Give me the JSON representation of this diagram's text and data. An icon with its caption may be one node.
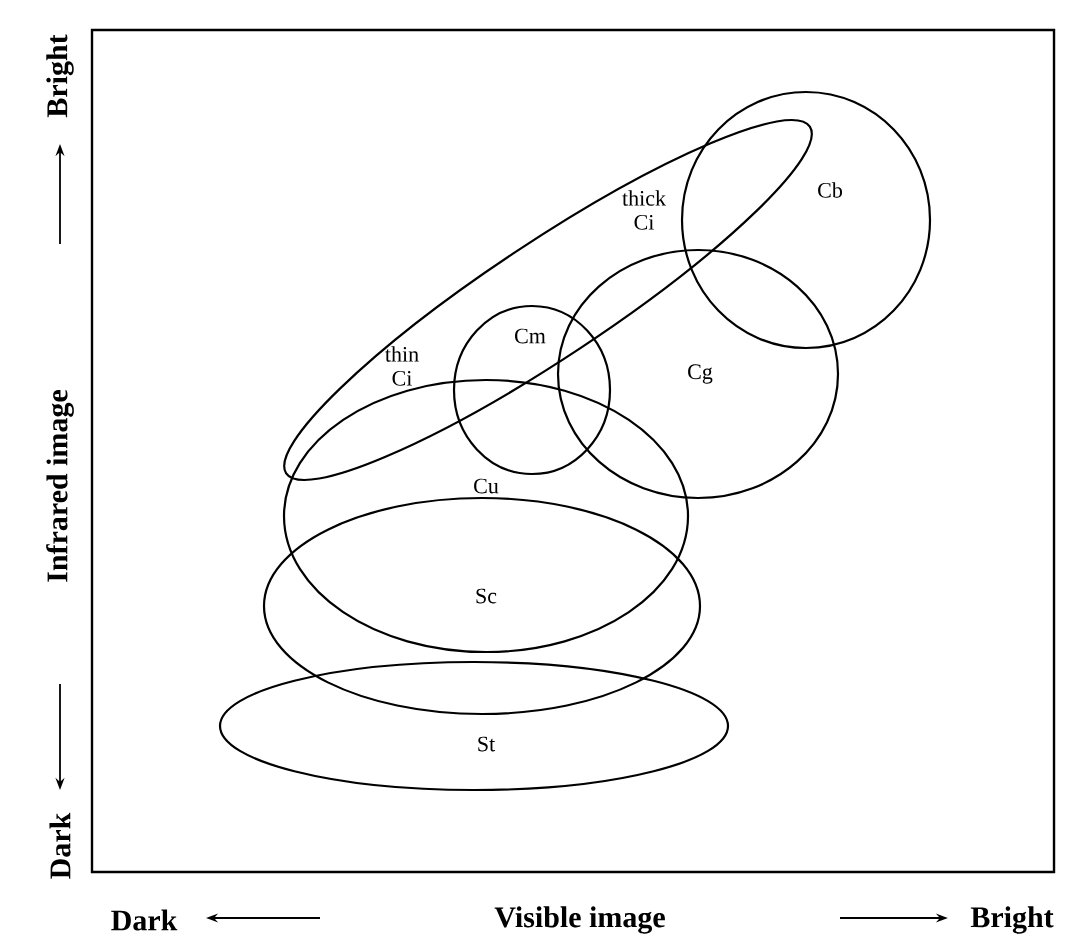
{
  "diagram": {
    "nodes": [
      {
        "text": [
          "thick Ci",
          "thin Ci"
        ]
      },
      {
        "text": [
          "Cb"
        ]
      },
      {
        "text": [
          "Cm"
        ]
      },
      {
        "text": [
          "Cg"
        ]
      },
      {
        "text": [
          "Cu"
        ]
      },
      {
        "text": [
          "Sc"
        ]
      },
      {
        "text": [
          "St"
        ]
      }
    ],
    "labels": [
      "Bright",
      "Infrared image",
      "Dark",
      "Dark",
      "Visible image",
      "Bright"
    ]
  }
}
